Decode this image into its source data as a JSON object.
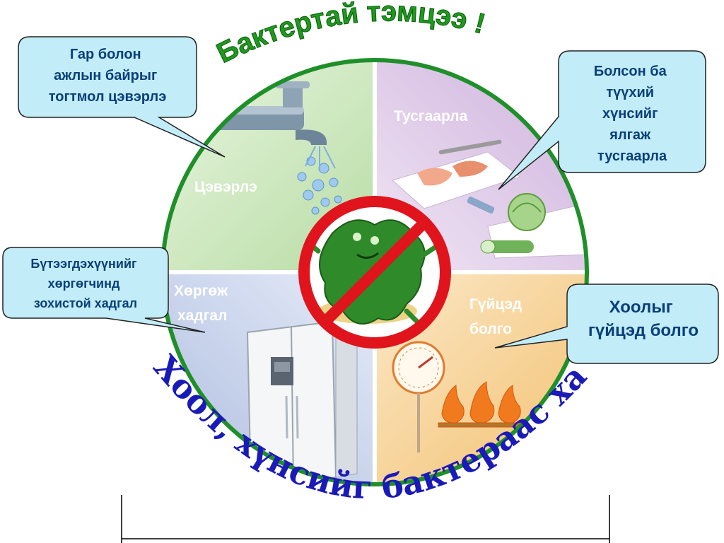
{
  "title": "Бактертай тэмцээ !",
  "bottom_arc": "Хоол, хүнсийг бактераас хамгаалья",
  "quadrants": {
    "clean": "Цэвэрлэ",
    "separate": "Тусгаарла",
    "chill": [
      "Хөргөж",
      "хадгал"
    ],
    "cook": [
      "Гүйцэд",
      "болго"
    ]
  },
  "callouts": {
    "top_left": [
      "Гар болон",
      "ажлын байрыг",
      "тогтмол цэвэрлэ"
    ],
    "top_right": [
      "Болсон ба",
      "түүхий",
      "хүнсийг",
      "ялгаж",
      "тусгаарла"
    ],
    "mid_left": [
      "Бүтээгдэхүүнийг",
      "хөргөгчинд",
      "зохистой хадгал"
    ],
    "mid_right": [
      "Хоолыг",
      "гүйцэд болго"
    ]
  },
  "colors": {
    "clean_bg": "#cfe8c0",
    "separate_bg": "#dcc6e6",
    "chill_bg": "#c9d4ea",
    "cook_bg": "#f6d7a4",
    "ring": "#1f8f2a",
    "callout_fill": "#c2ecf7",
    "callout_text": "#0a3f7a",
    "no_sign": "#e0141c",
    "title_green": "#1e9a1e",
    "bottom_blue": "#1a1ab8"
  }
}
